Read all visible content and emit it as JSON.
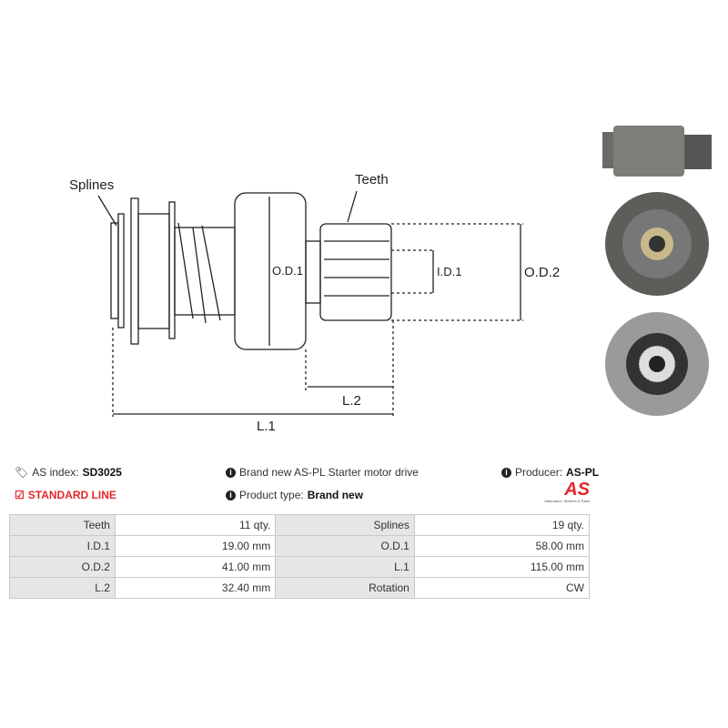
{
  "diagram": {
    "splines": "Splines",
    "teeth": "Teeth",
    "od1": "O.D.1",
    "id1": "I.D.1",
    "od2": "O.D.2",
    "l2": "L.2",
    "l1": "L.1"
  },
  "info": {
    "as_index_label": "AS index:",
    "as_index_value": "SD3025",
    "standard_line": "STANDARD LINE",
    "description": "Brand new AS-PL Starter motor drive",
    "product_type_label": "Product type:",
    "product_type_value": "Brand new",
    "producer_label": "Producer:",
    "producer_value": "AS-PL",
    "logo_text": "AS",
    "logo_tagline": "Alternators, Starters & Parts"
  },
  "colors": {
    "accent": "#e3262b"
  },
  "specs": [
    {
      "k1": "Teeth",
      "v1": "11 qty.",
      "k2": "Splines",
      "v2": "19 qty."
    },
    {
      "k1": "I.D.1",
      "v1": "19.00 mm",
      "k2": "O.D.1",
      "v2": "58.00 mm"
    },
    {
      "k1": "O.D.2",
      "v1": "41.00 mm",
      "k2": "L.1",
      "v2": "115.00 mm"
    },
    {
      "k1": "L.2",
      "v1": "32.40 mm",
      "k2": "Rotation",
      "v2": "CW"
    }
  ]
}
